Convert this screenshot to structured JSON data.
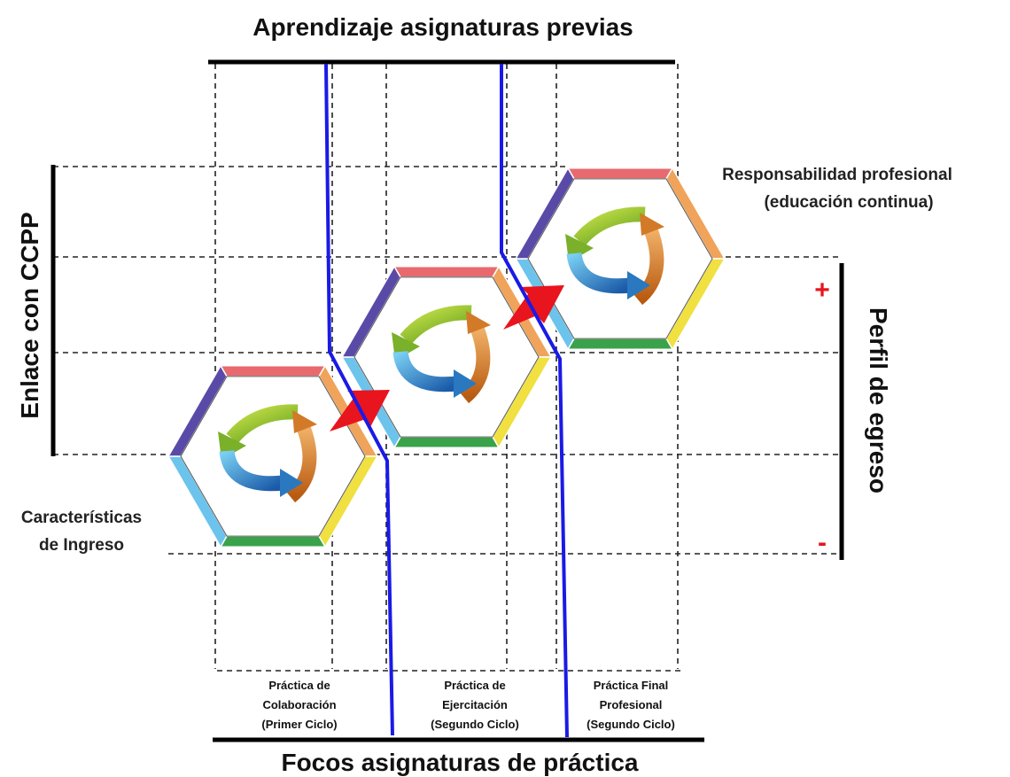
{
  "titles": {
    "top": "Aprendizaje asignaturas previas",
    "bottom": "Focos asignaturas de práctica",
    "left": "Enlace con CCPP",
    "right": "Perfil de egreso"
  },
  "notes": {
    "exit_line1": "Responsabilidad profesional",
    "exit_line2": "(educación continua)",
    "entry_line1": "Características",
    "entry_line2": "de Ingreso",
    "plus": "+",
    "minus": "-"
  },
  "columns": [
    {
      "line1": "Práctica de",
      "line2": "Colaboración",
      "line3": "(Primer Ciclo)"
    },
    {
      "line1": "Práctica de",
      "line2": "Ejercitación",
      "line3": "(Segundo Ciclo)"
    },
    {
      "line1": "Práctica Final",
      "line2": "Profesional",
      "line3": "(Segundo Ciclo)"
    }
  ],
  "hexagons": [
    {
      "name": "hexagon-primer-ciclo"
    },
    {
      "name": "hexagon-segundo-ciclo-ejercitacion"
    },
    {
      "name": "hexagon-segundo-ciclo-final"
    }
  ],
  "colors": {
    "axis": "#000000",
    "divider": "#1a1ae6",
    "link_arrow": "#e8141e",
    "accent_plus_minus": "#e8141e",
    "hex_segments": [
      "#e86a6e",
      "#f0a35a",
      "#f0e040",
      "#3aa24a",
      "#6cc3ec",
      "#5a4aa8"
    ]
  }
}
